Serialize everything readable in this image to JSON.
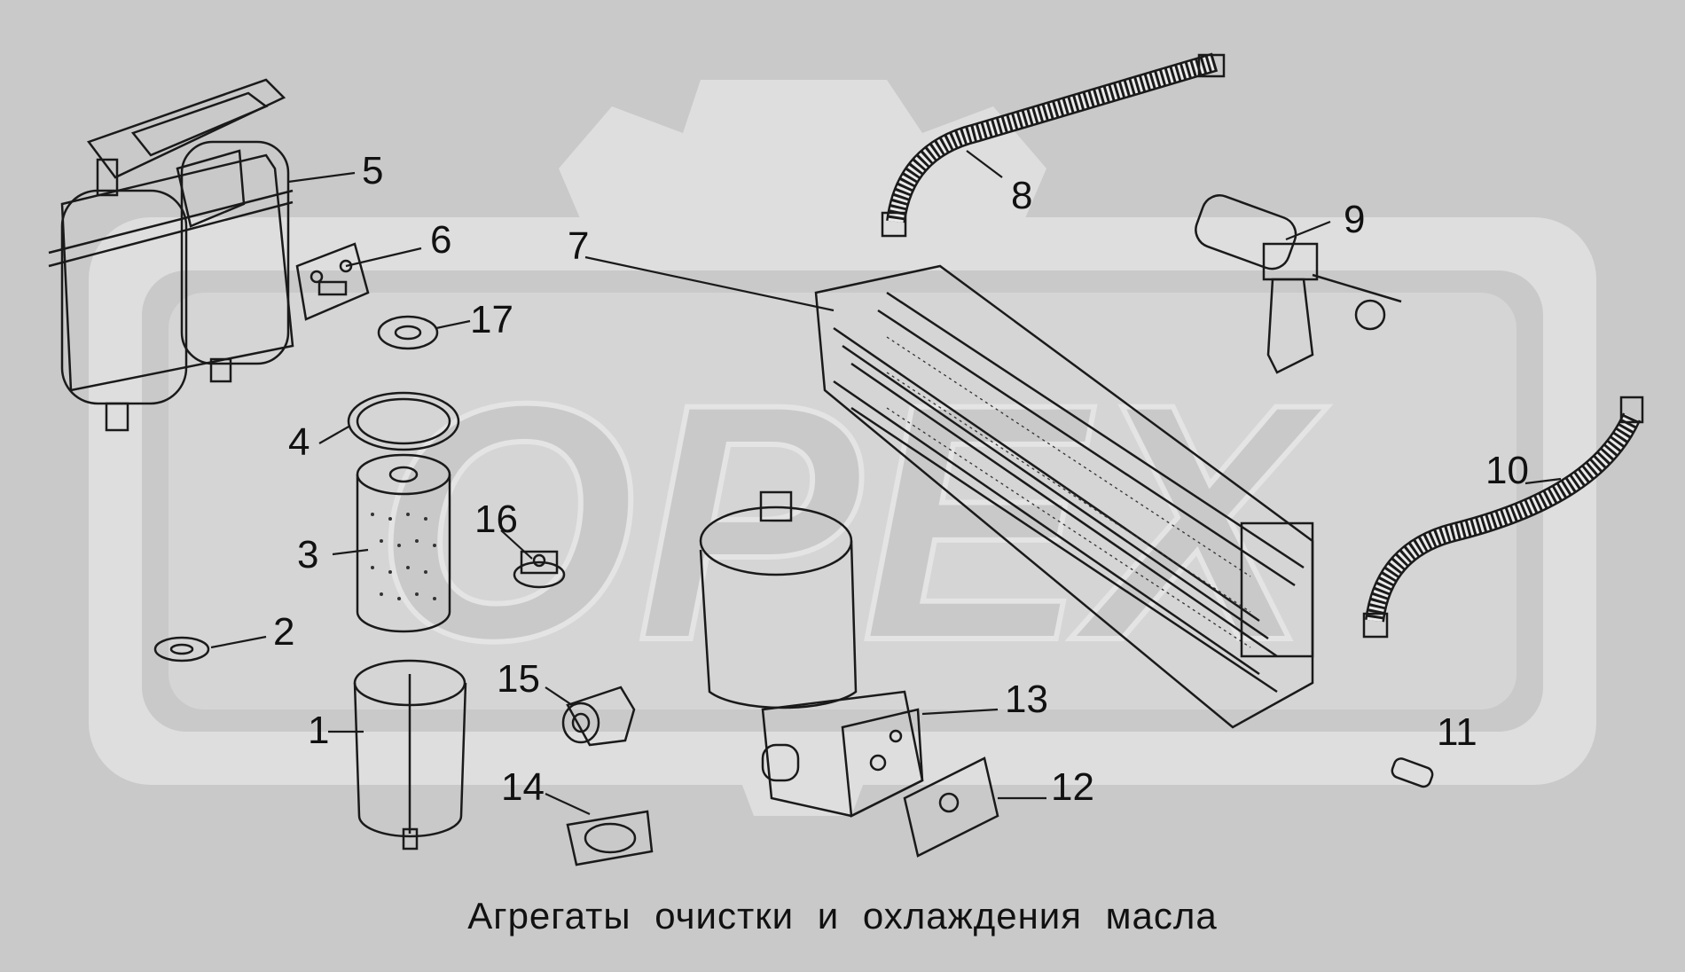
{
  "caption": "Агрегаты очистки и охлаждения масла",
  "callouts": [
    "1",
    "2",
    "3",
    "4",
    "5",
    "6",
    "7",
    "8",
    "9",
    "10",
    "11",
    "12",
    "13",
    "14",
    "15",
    "16",
    "17"
  ],
  "watermark_text": "OPEX"
}
